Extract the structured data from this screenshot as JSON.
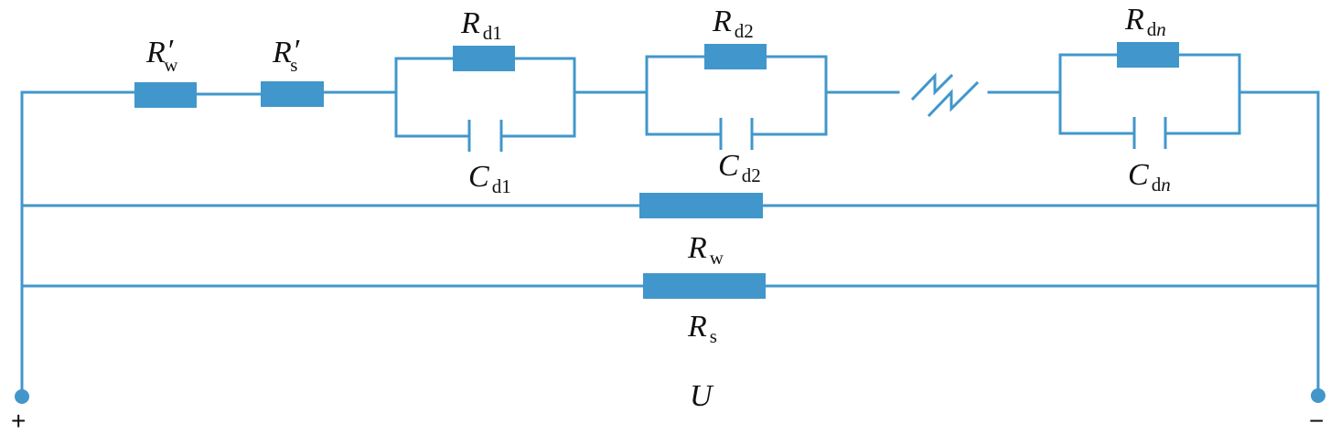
{
  "diagram": {
    "accent_color": "#4197cb",
    "labels": {
      "r_w_prime": {
        "main": "R",
        "prime": "′",
        "sub": "w"
      },
      "r_s_prime": {
        "main": "R",
        "prime": "′",
        "sub": "s"
      },
      "r_d1": {
        "main": "R",
        "sub": "d1"
      },
      "r_d2": {
        "main": "R",
        "sub": "d2"
      },
      "r_dn": {
        "main": "R",
        "sub": "d",
        "sub_italic": "n"
      },
      "c_d1": {
        "main": "C",
        "sub": "d1"
      },
      "c_d2": {
        "main": "C",
        "sub": "d2"
      },
      "c_dn": {
        "main": "C",
        "sub": "d",
        "sub_italic": "n"
      },
      "r_w": {
        "main": "R",
        "sub": "w"
      },
      "r_s": {
        "main": "R",
        "sub": "s"
      },
      "u": {
        "main": "U"
      }
    },
    "terminals": {
      "positive": "+",
      "negative": "−"
    }
  }
}
